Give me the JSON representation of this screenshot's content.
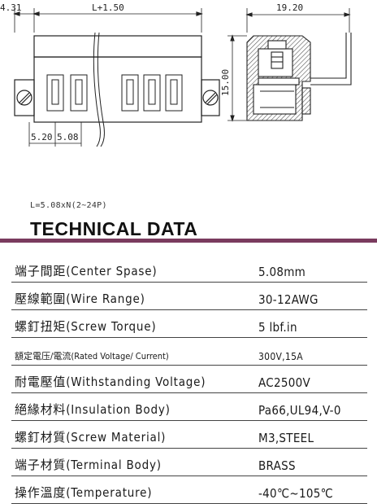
{
  "drawing": {
    "dim_left_offset": "4.31",
    "dim_length": "L+1.50",
    "dim_width": "19.20",
    "dim_height": "15.00",
    "dim_pitch_a": "5.20",
    "dim_pitch_b": "5.08"
  },
  "formula": "L=5.08xN(2~24P)",
  "heading": "TECHNICAL DATA",
  "colors": {
    "accent_rule": "#7a3b5e",
    "hatch": "#555555"
  },
  "specs": [
    {
      "label": "端子間距(Center Spase)",
      "value": "5.08mm"
    },
    {
      "label": "壓線範圍(Wire Range)",
      "value": "30-12AWG"
    },
    {
      "label": "螺釘扭矩(Screw Torque)",
      "value": "5 lbf.in"
    },
    {
      "label": "額定電压/電流(Rated Voltage/ Current)",
      "value": "300V,15A"
    },
    {
      "label": "耐電壓值(Withstanding Voltage)",
      "value": "AC2500V"
    },
    {
      "label": "絕緣材料(Insulation Body)",
      "value": "Pa66,UL94,V-0"
    },
    {
      "label": "螺釘材質(Screw Material)",
      "value": "M3,STEEL"
    },
    {
      "label": "端子材質(Terminal Body)",
      "value": "BRASS"
    },
    {
      "label": "操作溫度(Temperature)",
      "value": "-40℃~105℃"
    }
  ]
}
